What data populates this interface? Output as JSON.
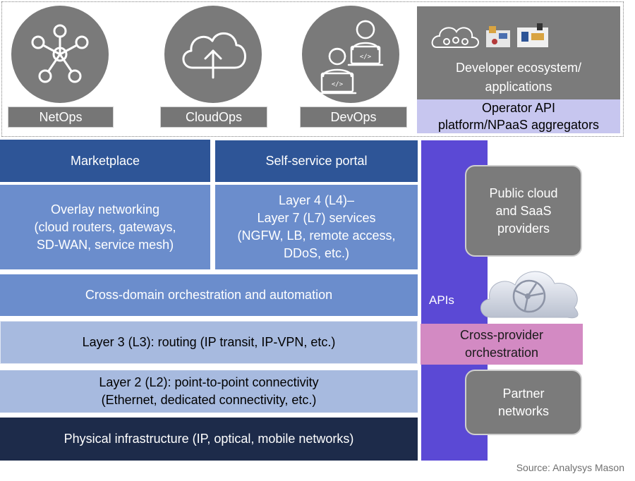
{
  "ops": [
    {
      "label": "NetOps",
      "icon": "network-nodes-icon"
    },
    {
      "label": "CloudOps",
      "icon": "cloud-upload-icon"
    },
    {
      "label": "DevOps",
      "icon": "developers-icon"
    }
  ],
  "developer": {
    "label": "Developer ecosystem/\napplications",
    "icon": "ecosystem-icons"
  },
  "operator_api": {
    "label": "Operator API\nplatform/NPaaS aggregators"
  },
  "stack": {
    "marketplace": "Marketplace",
    "self_service": "Self-service portal",
    "overlay": "Overlay networking\n(cloud routers, gateways,\nSD-WAN, service mesh)",
    "l4l7": "Layer 4 (L4)–\nLayer 7 (L7) services\n(NGFW, LB, remote access,\nDDoS, etc.)",
    "orchestration": "Cross-domain orchestration and automation",
    "l3": "Layer 3 (L3): routing (IP transit, IP-VPN, etc.)",
    "l2": "Layer 2 (L2): point-to-point connectivity\n(Ethernet, dedicated connectivity, etc.)",
    "physical": "Physical infrastructure (IP, optical, mobile networks)"
  },
  "side": {
    "apis": "APIs",
    "public_cloud": "Public cloud\nand SaaS\nproviders",
    "cross_provider": "Cross-provider\norchestration",
    "partner": "Partner\nnetworks",
    "cloud_icon": "cloud-orchestration-icon"
  },
  "source": "Source: Analysys Mason",
  "colors": {
    "dark_blue": "#2e5597",
    "mid_blue": "#6b8dcc",
    "light_blue": "#a7badf",
    "navy": "#1d2b4a",
    "api_purple": "#5b49d5",
    "pink": "#d38ac3",
    "lavender": "#c7c6ef",
    "gray": "#7b7b7b"
  }
}
